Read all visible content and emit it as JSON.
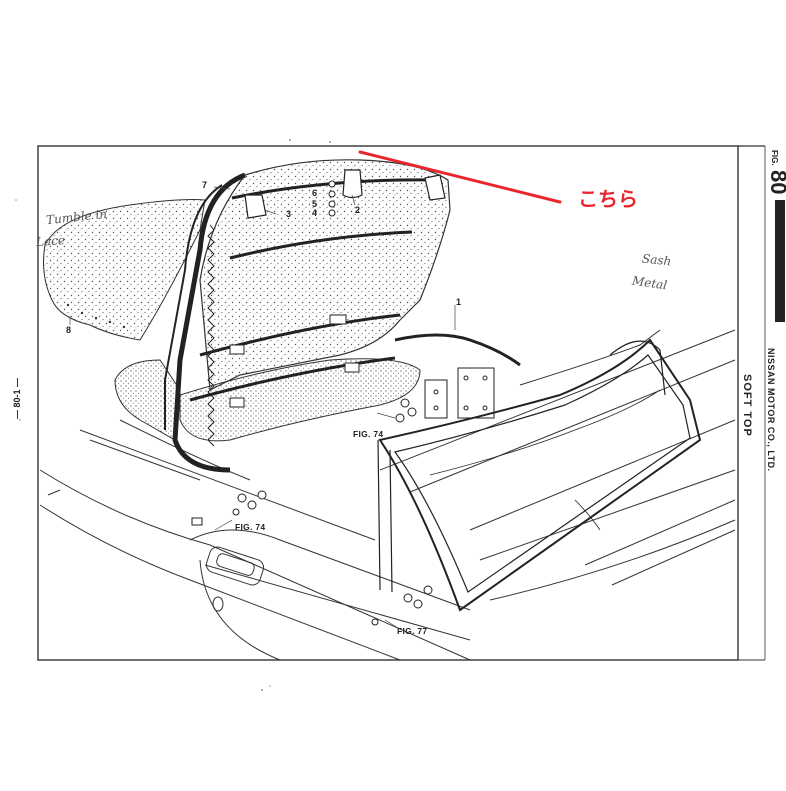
{
  "callout": {
    "text": "こちら",
    "color": "#e8262d"
  },
  "sheet": {
    "fig_label": "FIG.",
    "fig_number": "80",
    "company": "NISSAN MOTOR CO., LTD.",
    "section": "SOFT TOP",
    "page_number": "— 80-1 —"
  },
  "parts": [
    "1",
    "2",
    "3",
    "4",
    "5",
    "6",
    "7",
    "8"
  ],
  "fig_refs": {
    "fig74_a": "FIG. 74",
    "fig74_b": "FIG. 74",
    "fig77": "FIG. 77"
  },
  "handwriting": {
    "note_left_1": "Tumble in",
    "note_left_2": "Lace",
    "note_right_1": "Sash",
    "note_right_2": "Metal"
  }
}
